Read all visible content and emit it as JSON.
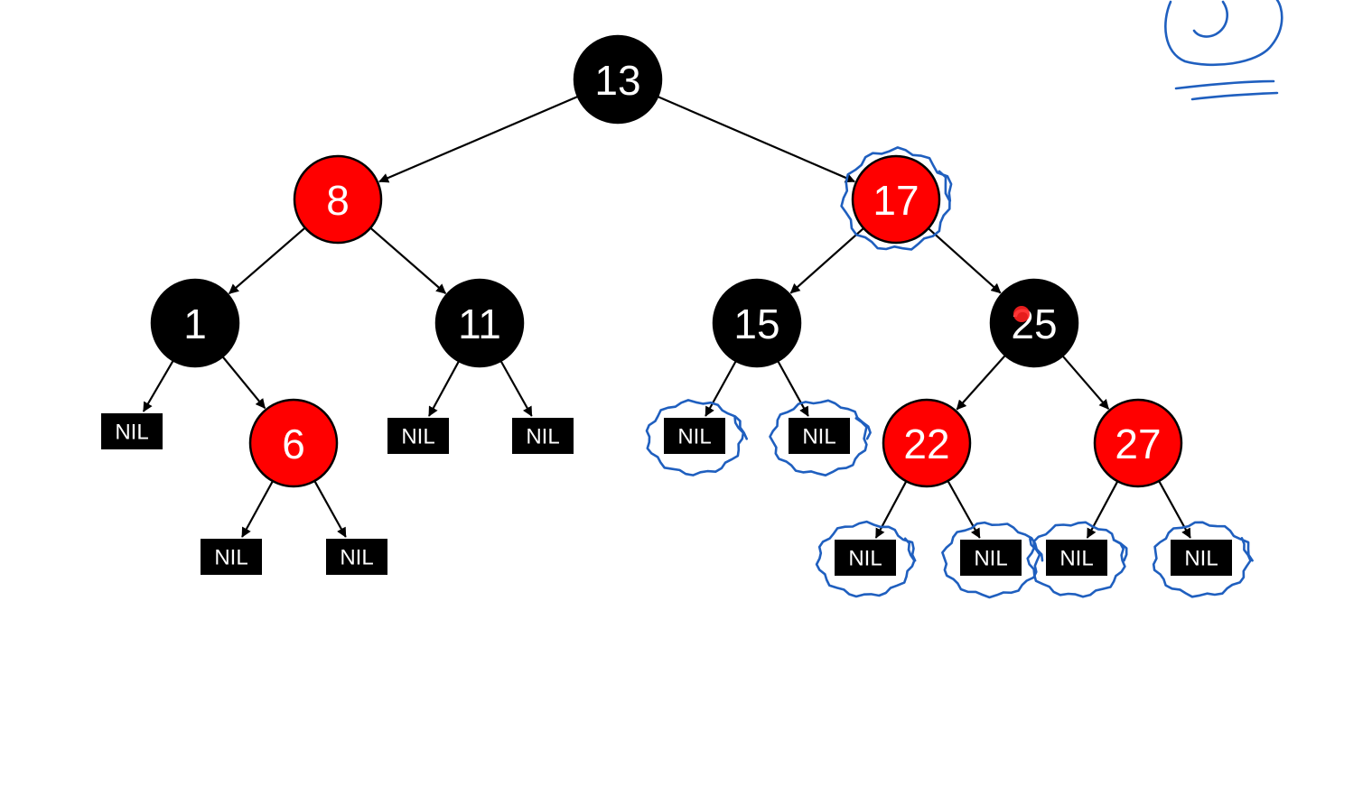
{
  "tree": {
    "colors": {
      "red": "#ff0000",
      "black": "#000000",
      "label": "#ffffff",
      "annotation": "#1f5fbf"
    },
    "nodes": [
      {
        "id": "n13",
        "label": "13",
        "color": "black"
      },
      {
        "id": "n8",
        "label": "8",
        "color": "red"
      },
      {
        "id": "n17",
        "label": "17",
        "color": "red"
      },
      {
        "id": "n1",
        "label": "1",
        "color": "black"
      },
      {
        "id": "n11",
        "label": "11",
        "color": "black"
      },
      {
        "id": "n15",
        "label": "15",
        "color": "black"
      },
      {
        "id": "n25",
        "label": "25",
        "color": "black"
      },
      {
        "id": "n6",
        "label": "6",
        "color": "red"
      },
      {
        "id": "n22",
        "label": "22",
        "color": "red"
      },
      {
        "id": "n27",
        "label": "27",
        "color": "red"
      }
    ],
    "nil_leaves": [
      {
        "id": "nil1",
        "label": "NIL",
        "parent": "n1"
      },
      {
        "id": "nil6a",
        "label": "NIL",
        "parent": "n6"
      },
      {
        "id": "nil6b",
        "label": "NIL",
        "parent": "n6"
      },
      {
        "id": "nil11a",
        "label": "NIL",
        "parent": "n11"
      },
      {
        "id": "nil11b",
        "label": "NIL",
        "parent": "n11"
      },
      {
        "id": "nil15a",
        "label": "NIL",
        "parent": "n15"
      },
      {
        "id": "nil15b",
        "label": "NIL",
        "parent": "n15"
      },
      {
        "id": "nil22a",
        "label": "NIL",
        "parent": "n22"
      },
      {
        "id": "nil22b",
        "label": "NIL",
        "parent": "n22"
      },
      {
        "id": "nil27a",
        "label": "NIL",
        "parent": "n27"
      },
      {
        "id": "nil27b",
        "label": "NIL",
        "parent": "n27"
      }
    ],
    "edges": [
      [
        "n13",
        "n8"
      ],
      [
        "n13",
        "n17"
      ],
      [
        "n8",
        "n1"
      ],
      [
        "n8",
        "n11"
      ],
      [
        "n17",
        "n15"
      ],
      [
        "n17",
        "n25"
      ],
      [
        "n1",
        "nil1"
      ],
      [
        "n1",
        "n6"
      ],
      [
        "n6",
        "nil6a"
      ],
      [
        "n6",
        "nil6b"
      ],
      [
        "n11",
        "nil11a"
      ],
      [
        "n11",
        "nil11b"
      ],
      [
        "n15",
        "nil15a"
      ],
      [
        "n15",
        "nil15b"
      ],
      [
        "n25",
        "n22"
      ],
      [
        "n25",
        "n27"
      ],
      [
        "n22",
        "nil22a"
      ],
      [
        "n22",
        "nil22b"
      ],
      [
        "n27",
        "nil27a"
      ],
      [
        "n27",
        "nil27b"
      ]
    ],
    "circled": [
      "n17",
      "nil15a",
      "nil15b",
      "nil22a",
      "nil22b",
      "nil27a",
      "nil27b"
    ]
  }
}
